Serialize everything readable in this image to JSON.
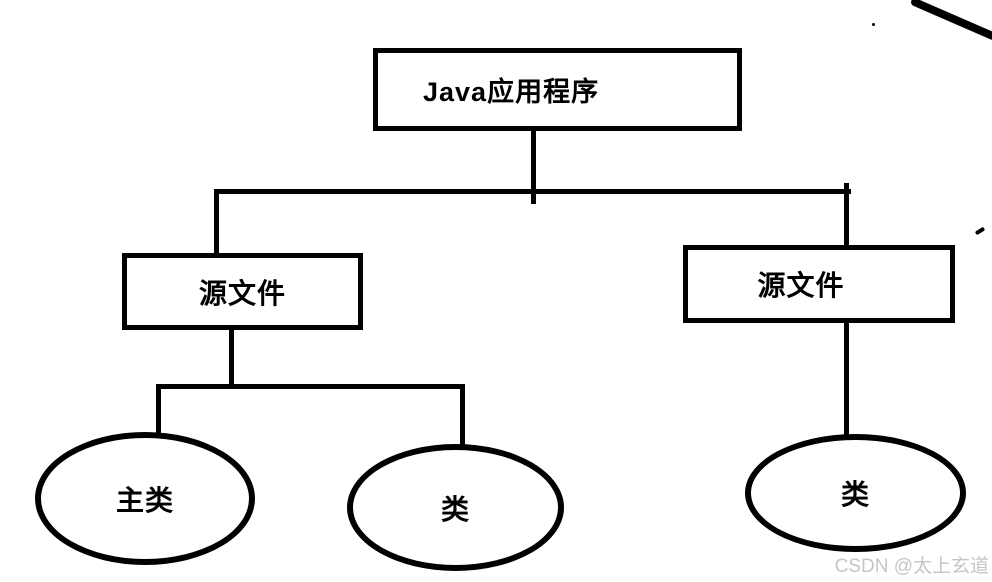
{
  "diagram": {
    "type": "tree",
    "background": "#ffffff",
    "stroke_color": "#000000",
    "nodes": [
      {
        "id": "java-app",
        "shape": "rect",
        "label": "Java应用程序"
      },
      {
        "id": "source-file-left",
        "shape": "rect",
        "label": "源文件"
      },
      {
        "id": "source-file-right",
        "shape": "rect",
        "label": "源文件"
      },
      {
        "id": "main-class",
        "shape": "ellipse",
        "label": "主类"
      },
      {
        "id": "class-middle",
        "shape": "ellipse",
        "label": "类"
      },
      {
        "id": "class-right",
        "shape": "ellipse",
        "label": "类"
      }
    ],
    "edges": [
      {
        "from": "java-app",
        "to": "source-file-left"
      },
      {
        "from": "java-app",
        "to": "source-file-right"
      },
      {
        "from": "source-file-left",
        "to": "main-class"
      },
      {
        "from": "source-file-left",
        "to": "class-middle"
      },
      {
        "from": "source-file-right",
        "to": "class-right"
      }
    ]
  },
  "watermark": {
    "text": "CSDN @太上玄道",
    "color": "#c5c5c5"
  }
}
